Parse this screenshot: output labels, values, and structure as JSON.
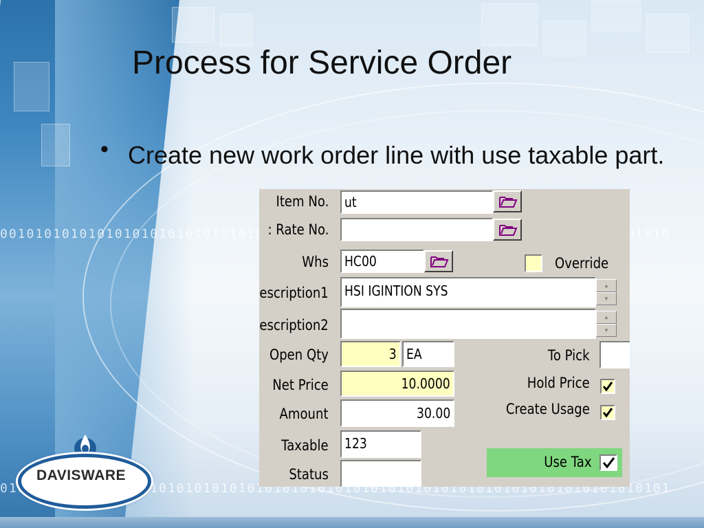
{
  "slide": {
    "title": "Process for Service Order",
    "bullet": "Create new work order line with use taxable part.",
    "logo_text": "DAVISWARE",
    "binary_top": "0010101010101010101010101010101010101010101010101010101010101010101010101010",
    "binary_bottom": "0101010101010101010101010101010101010101010101010101010101010101010101010101"
  },
  "form": {
    "labels": {
      "item_no": "Item No.",
      "rate_no": ": Rate No.",
      "whs": "Whs",
      "description1": "escription1",
      "description2": "escription2",
      "open_qty": "Open Qty",
      "net_price": "Net Price",
      "amount": "Amount",
      "taxable": "Taxable",
      "status": "Status",
      "override": "Override",
      "to_pick": "To Pick",
      "hold_price": "Hold Price",
      "create_usage": "Create Usage",
      "use_tax": "Use Tax"
    },
    "values": {
      "item_no": "ut",
      "rate_no": "",
      "whs": "HC00",
      "description1": "HSI IGINTION SYS",
      "description2": "",
      "open_qty": "3",
      "uom": "EA",
      "net_price": "10.0000",
      "amount": "30.00",
      "taxable": "123",
      "status": "",
      "to_pick": ""
    },
    "checkboxes": {
      "override": false,
      "hold_price": true,
      "create_usage": true,
      "use_tax": true
    },
    "icons": [
      "folder-open-icon",
      "spin-up-icon",
      "spin-down-icon",
      "checkmark-icon"
    ],
    "colors": {
      "form_background": "#d4d0c8",
      "required_field": "#ffffc0",
      "use_tax_panel": "#7fd77f"
    }
  }
}
